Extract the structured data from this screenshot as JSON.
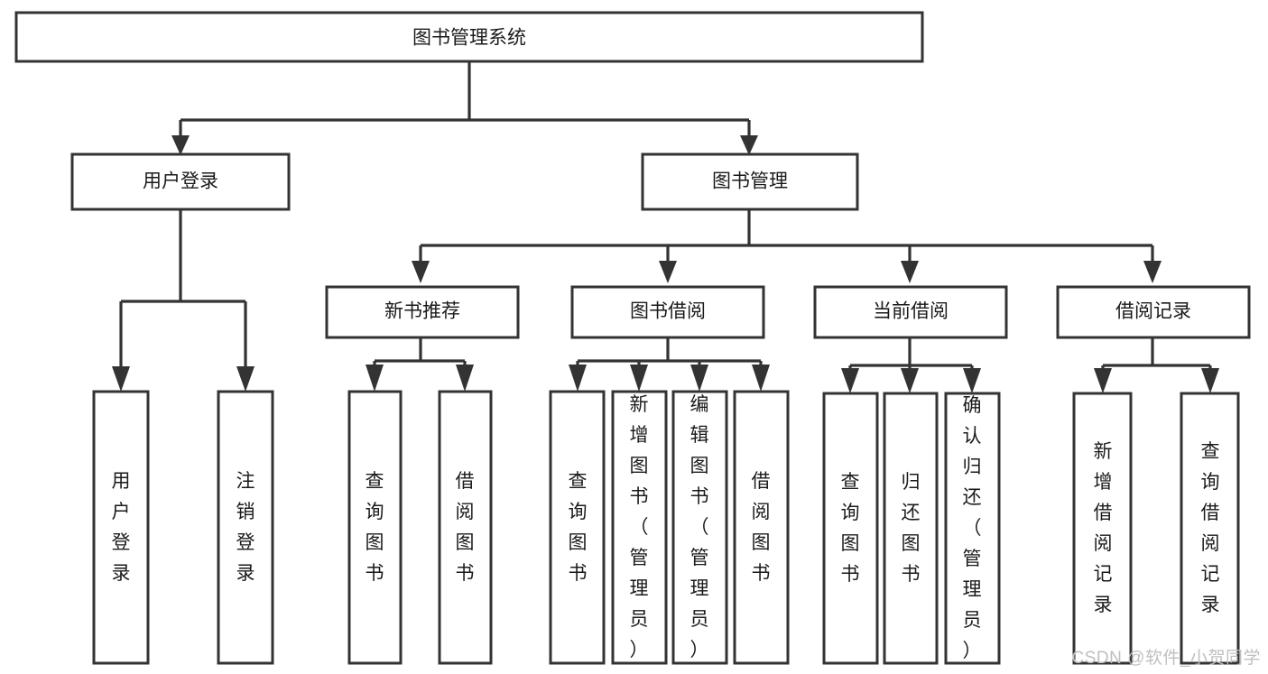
{
  "diagram": {
    "type": "tree-hierarchy",
    "title": "图书管理系统",
    "watermark": "CSDN @软件_小贺同学",
    "colors": {
      "stroke": "#333333",
      "fill": "#ffffff",
      "text": "#1a1a1a",
      "watermark": "#bfbfbf"
    },
    "levels": {
      "root": {
        "label": "图书管理系统",
        "orientation": "horizontal"
      },
      "level2": [
        {
          "label": "用户登录",
          "orientation": "horizontal"
        },
        {
          "label": "图书管理",
          "orientation": "horizontal"
        }
      ],
      "level3": [
        {
          "label": "新书推荐",
          "orientation": "horizontal"
        },
        {
          "label": "图书借阅",
          "orientation": "horizontal"
        },
        {
          "label": "当前借阅",
          "orientation": "horizontal"
        },
        {
          "label": "借阅记录",
          "orientation": "horizontal"
        }
      ],
      "level4": [
        {
          "label": "用户登录",
          "orientation": "vertical",
          "parent": "用户登录"
        },
        {
          "label": "注销登录",
          "orientation": "vertical",
          "parent": "用户登录"
        },
        {
          "label": "查询图书",
          "orientation": "vertical",
          "parent": "新书推荐"
        },
        {
          "label": "借阅图书",
          "orientation": "vertical",
          "parent": "新书推荐"
        },
        {
          "label": "查询图书",
          "orientation": "vertical",
          "parent": "图书借阅"
        },
        {
          "label": "新增图书（管理员）",
          "orientation": "vertical",
          "parent": "图书借阅"
        },
        {
          "label": "编辑图书（管理员）",
          "orientation": "vertical",
          "parent": "图书借阅"
        },
        {
          "label": "借阅图书",
          "orientation": "vertical",
          "parent": "图书借阅"
        },
        {
          "label": "查询图书",
          "orientation": "vertical",
          "parent": "当前借阅"
        },
        {
          "label": "归还图书",
          "orientation": "vertical",
          "parent": "当前借阅"
        },
        {
          "label": "确认归还（管理员）",
          "orientation": "vertical",
          "parent": "当前借阅"
        },
        {
          "label": "新增借阅记录",
          "orientation": "vertical",
          "parent": "借阅记录"
        },
        {
          "label": "查询借阅记录",
          "orientation": "vertical",
          "parent": "借阅记录"
        }
      ]
    },
    "nodes": {
      "root": {
        "label": "图书管理系统"
      },
      "user_login": {
        "label": "用户登录"
      },
      "book_manage": {
        "label": "图书管理"
      },
      "new_book_rec": {
        "label": "新书推荐"
      },
      "book_borrow": {
        "label": "图书借阅"
      },
      "current_borrow": {
        "label": "当前借阅"
      },
      "borrow_record": {
        "label": "借阅记录"
      },
      "leaf_user_login": {
        "label": "用户登录"
      },
      "leaf_logout": {
        "label": "注销登录"
      },
      "leaf_query_book_1": {
        "label": "查询图书"
      },
      "leaf_borrow_book_1": {
        "label": "借阅图书"
      },
      "leaf_query_book_2": {
        "label": "查询图书"
      },
      "leaf_add_book_admin": {
        "label": "新增图书（管理员）"
      },
      "leaf_edit_book_admin": {
        "label": "编辑图书（管理员）"
      },
      "leaf_borrow_book_2": {
        "label": "借阅图书"
      },
      "leaf_query_book_3": {
        "label": "查询图书"
      },
      "leaf_return_book": {
        "label": "归还图书"
      },
      "leaf_confirm_return_admin": {
        "label": "确认归还（管理员）"
      },
      "leaf_add_record": {
        "label": "新增借阅记录"
      },
      "leaf_query_record": {
        "label": "查询借阅记录"
      }
    }
  }
}
